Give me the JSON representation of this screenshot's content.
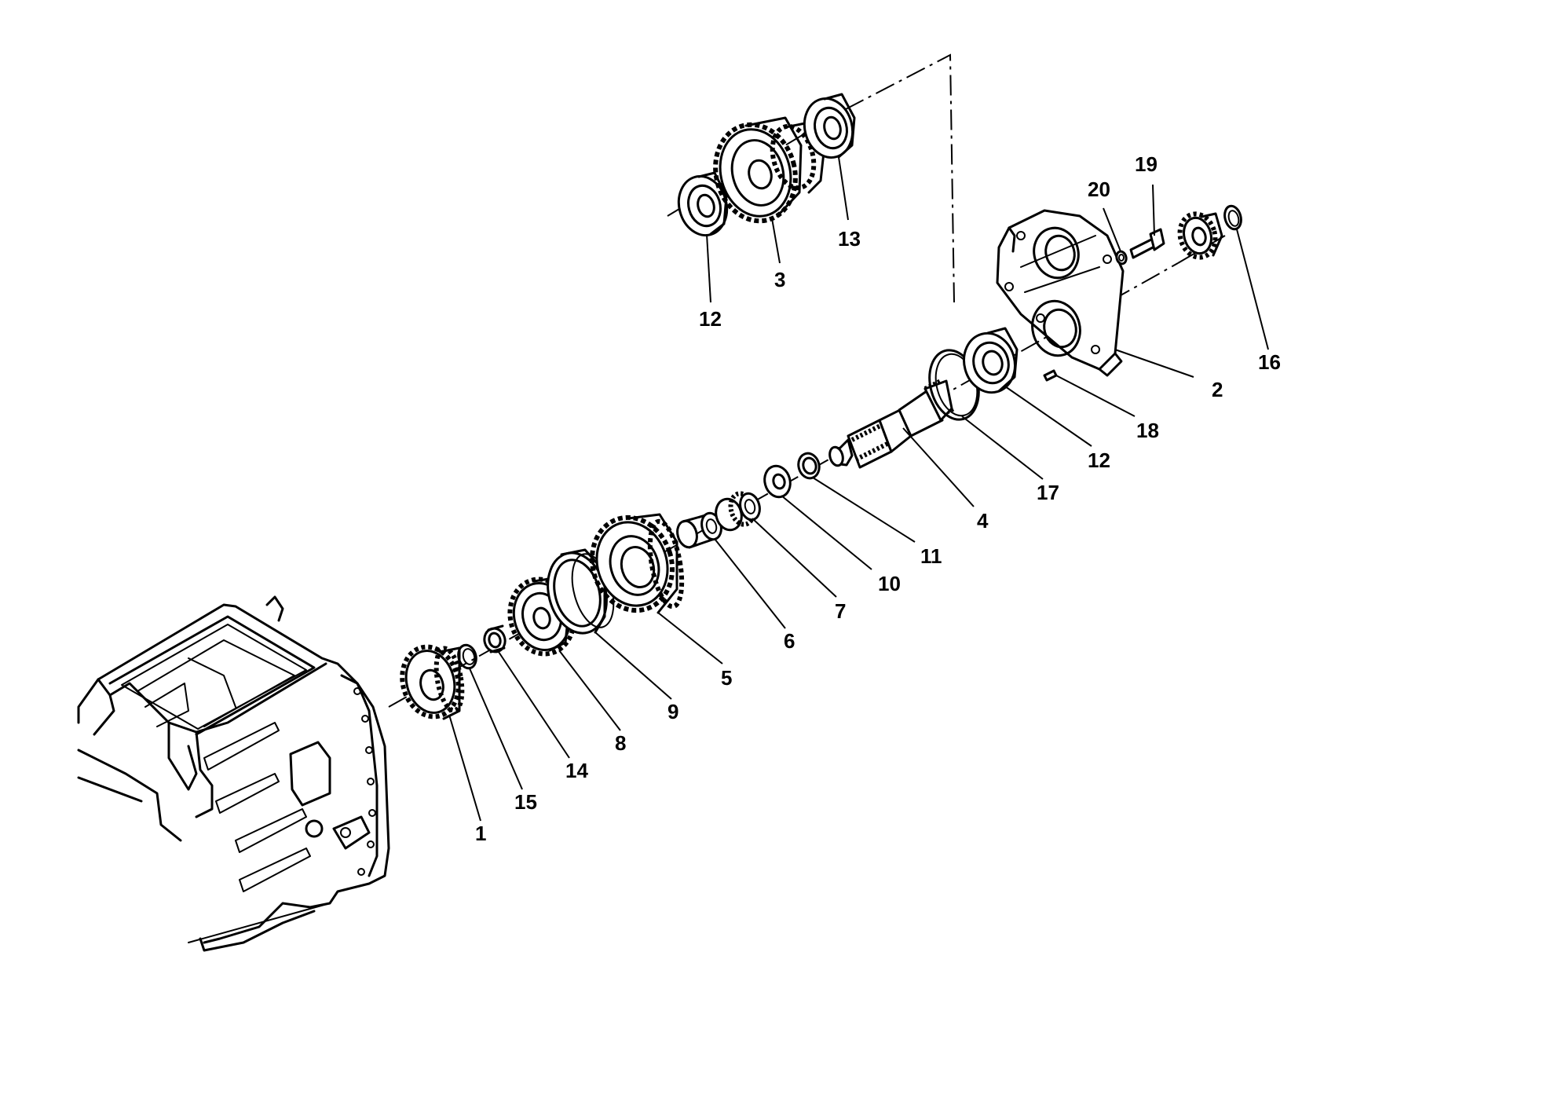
{
  "callouts": {
    "c1": "1",
    "c2": "2",
    "c3": "3",
    "c4": "4",
    "c5": "5",
    "c6": "6",
    "c7": "7",
    "c8": "8",
    "c9": "9",
    "c10": "10",
    "c11": "11",
    "c12a": "12",
    "c12b": "12",
    "c13": "13",
    "c14": "14",
    "c15": "15",
    "c16": "16",
    "c17": "17",
    "c18": "18",
    "c19": "19",
    "c20": "20"
  },
  "colors": {
    "ink": "#000000",
    "paper": "#ffffff"
  }
}
